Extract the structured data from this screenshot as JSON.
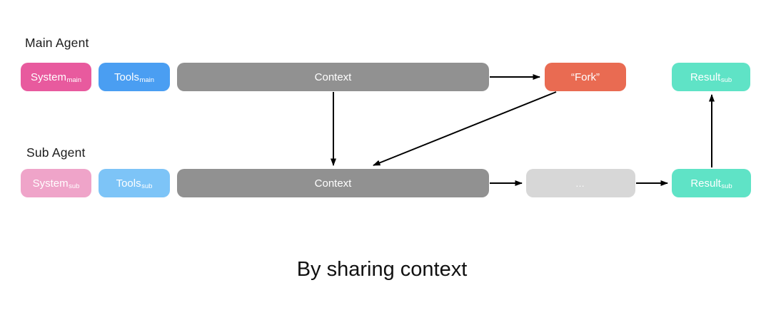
{
  "diagram": {
    "caption": "By sharing context",
    "rows": {
      "main": {
        "label": "Main Agent",
        "nodes": {
          "system": {
            "label": "System",
            "subscript": "main",
            "color": "#e85a9e"
          },
          "tools": {
            "label": "Tools",
            "subscript": "main",
            "color": "#4a9ef2"
          },
          "context": {
            "label": "Context",
            "color": "#919191"
          },
          "fork": {
            "label": "“Fork”",
            "color": "#e96b52"
          },
          "result": {
            "label": "Result",
            "subscript": "sub",
            "color": "#5fe3c6"
          }
        }
      },
      "sub": {
        "label": "Sub Agent",
        "nodes": {
          "system": {
            "label": "System",
            "subscript": "sub",
            "color": "#efa4c9"
          },
          "tools": {
            "label": "Tools",
            "subscript": "sub",
            "color": "#7dc4f7"
          },
          "context": {
            "label": "Context",
            "color": "#919191"
          },
          "ellipsis": {
            "label": "…",
            "color": "#d7d7d7"
          },
          "result": {
            "label": "Result",
            "subscript": "sub",
            "color": "#5fe3c6"
          }
        }
      }
    },
    "edges": [
      {
        "from": "main.context",
        "to": "main.fork",
        "direction": "right"
      },
      {
        "from": "main.context",
        "to": "sub.context",
        "direction": "down"
      },
      {
        "from": "main.fork",
        "to": "sub.context",
        "direction": "down-left"
      },
      {
        "from": "sub.context",
        "to": "sub.ellipsis",
        "direction": "right"
      },
      {
        "from": "sub.ellipsis",
        "to": "sub.result",
        "direction": "right"
      },
      {
        "from": "sub.result",
        "to": "main.result",
        "direction": "up"
      }
    ],
    "arrow_color": "#000000",
    "background_color": "#ffffff"
  }
}
